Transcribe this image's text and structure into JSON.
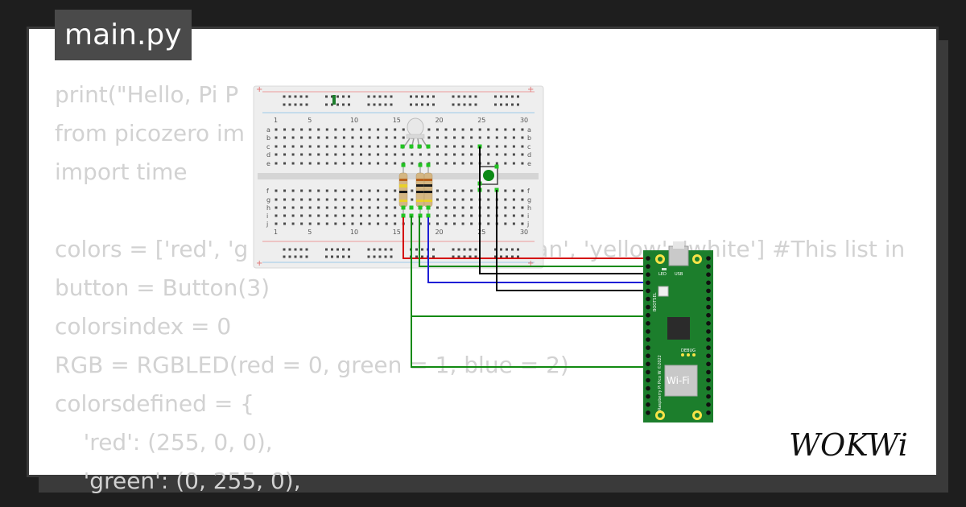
{
  "editor": {
    "file_tab": "main.py",
    "code_lines": [
      "print(\"Hello, Pi P",
      "from picozero im",
      "import time",
      "",
      "colors = ['red', 'g                                        an', 'yellow', 'white'] #This list in",
      "button = Button(3)",
      "colorsindex = 0",
      "RGB = RGBLED(red = 0, green = 1, blue = 2)",
      "colorsdefined = {",
      "    'red': (255, 0, 0),",
      "    'green': (0, 255, 0),"
    ]
  },
  "breadboard": {
    "column_labels": [
      "1",
      "5",
      "10",
      "15",
      "20",
      "25",
      "30"
    ],
    "row_labels_top": [
      "a",
      "b",
      "c",
      "d",
      "e"
    ],
    "row_labels_bottom": [
      "f",
      "g",
      "h",
      "i",
      "j"
    ]
  },
  "pico": {
    "label_led": "LED",
    "label_usb": "USB",
    "label_bootsel": "BOOTSEL",
    "label_debug": "DEBUG",
    "label_model": "Raspberry Pi Pico W ©2022",
    "label_wifi": "Wi-Fi"
  },
  "brand": {
    "logo_text": "WOKWi"
  },
  "colors": {
    "wire_red": "#d40000",
    "wire_green": "#118a11",
    "wire_blue": "#1e1ed6",
    "wire_black": "#000000",
    "pico_green": "#1c7e2c",
    "button_green": "#0c8a16"
  }
}
